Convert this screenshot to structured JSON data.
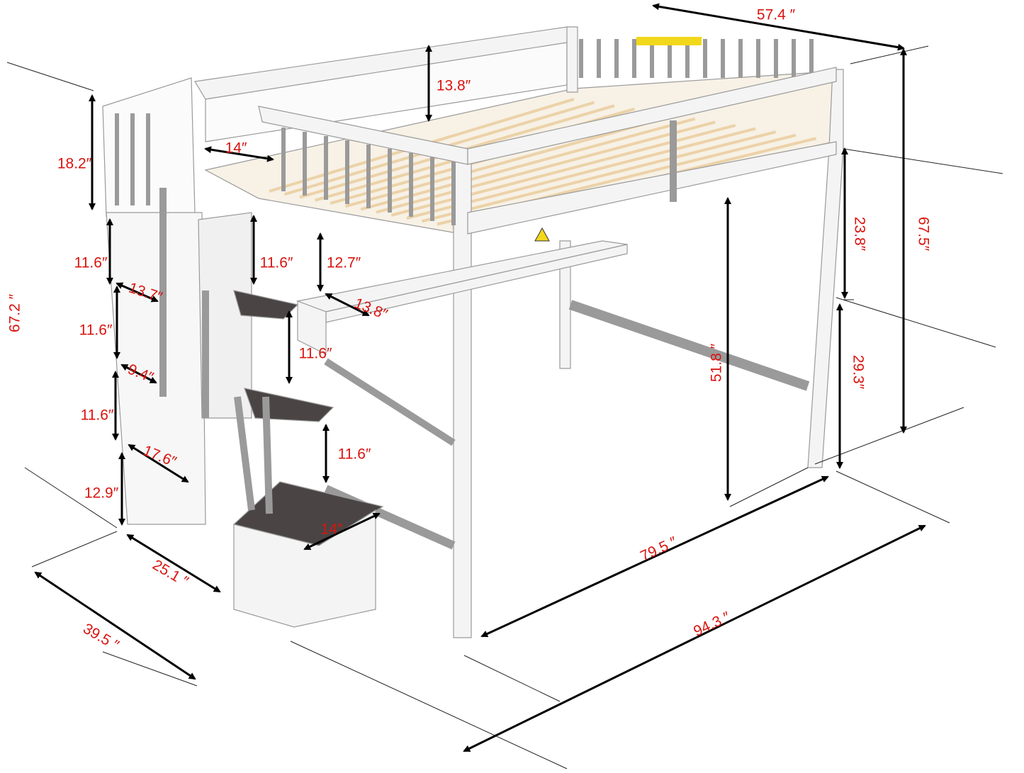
{
  "image": {
    "subject": "loft-bed-with-storage-staircase-and-desk",
    "colors": {
      "dimension_text": "#d9140f",
      "arrows": "#000000",
      "frame": "#f4f4f4",
      "outline": "#9a9a9a",
      "slats": "#ecd2a8",
      "step_tops": "#4a4444",
      "warning_label": "#f2d81a"
    }
  },
  "dimensions": {
    "overall_width": "57.4 ″",
    "guardrail_height": "13.8″",
    "stair_rail_height": "18.2″",
    "rail_gap": "14″",
    "step_left_1": "11.6″",
    "step_front_1": "11.6″",
    "desk_clearance": "12.7″",
    "step_depth_1": "13.7″",
    "desk_depth": "13.8″",
    "step_left_2": "11.6″",
    "step_front_2": "11.6″",
    "step_depth_2": "9.4″",
    "step_left_3": "11.6″",
    "step_depth_3": "17.6″",
    "step_front_3": "11.6″",
    "bottom_step_height": "12.9″",
    "bottom_step_depth": "14″",
    "stair_width": "25.1 ″",
    "stair_total_width": "39.5 ″",
    "bed_length": "79.5 ″",
    "overall_length": "94.3 ″",
    "underbed_clearance": "51.8 ″",
    "upper_leg_height": "23.8″",
    "lower_leg_height": "29.3″",
    "overall_height": "67.5″",
    "stair_height": "67.2 ″"
  }
}
